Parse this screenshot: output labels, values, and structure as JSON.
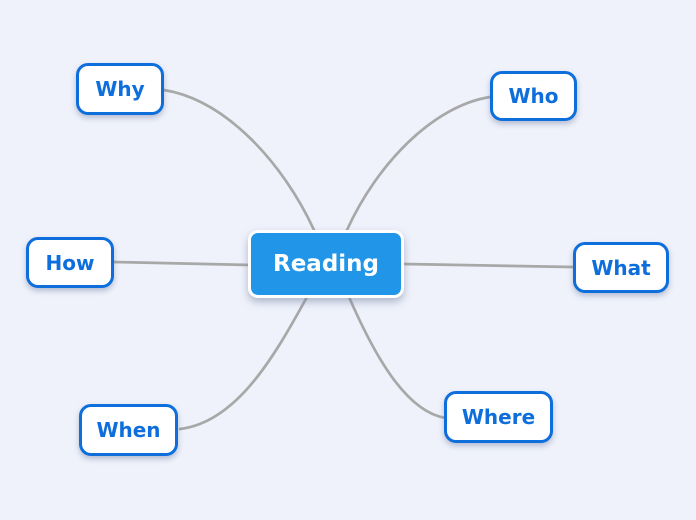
{
  "app": {
    "view": "mind-map-canvas"
  },
  "colors": {
    "background": "#eff2fb",
    "root_fill": "#2196e8",
    "root_text": "#ffffff",
    "branch_fill": "#ffffff",
    "branch_border": "#0d6edc",
    "branch_text": "#0d6edc",
    "connector": "#a8a8a8"
  },
  "mindmap": {
    "root": {
      "label": "Reading"
    },
    "branches": [
      {
        "label": "Why",
        "position": "top-left"
      },
      {
        "label": "Who",
        "position": "top-right"
      },
      {
        "label": "How",
        "position": "left"
      },
      {
        "label": "What",
        "position": "right"
      },
      {
        "label": "When",
        "position": "bottom-left"
      },
      {
        "label": "Where",
        "position": "bottom-right"
      }
    ]
  }
}
